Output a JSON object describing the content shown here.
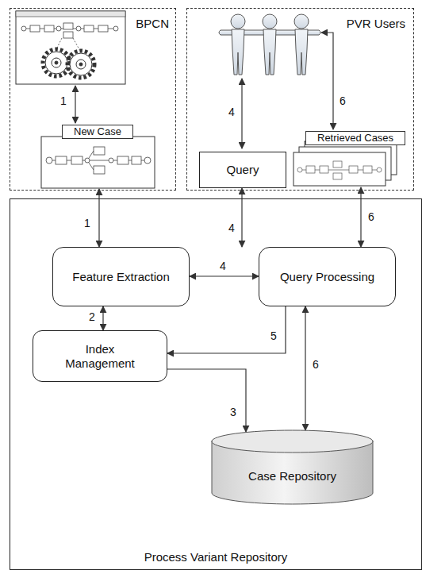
{
  "diagram": {
    "nodes": [
      {
        "text": [
          "BPCN"
        ]
      },
      {
        "text": [
          "New Case"
        ],
        "in": 0
      },
      {
        "text": [
          "PVR Users"
        ]
      },
      {
        "text": [
          "Query"
        ],
        "in": 2
      },
      {
        "text": [
          "Retrieved Cases"
        ],
        "in": 2
      },
      {
        "text": [
          "Process Variant Repository"
        ]
      },
      {
        "text": [
          "Feature Extraction"
        ],
        "in": 5
      },
      {
        "text": [
          "Query Processing"
        ],
        "in": 5
      },
      {
        "text": [
          "Index Management"
        ],
        "in": 5
      },
      {
        "text": [
          "Case Repository"
        ],
        "in": 5
      }
    ],
    "edges": [
      {
        "from": 1,
        "to": 6,
        "label": "1",
        "arrow": "both"
      },
      {
        "from": 6,
        "to": 8,
        "label": "2",
        "arrow": "both"
      },
      {
        "from": 8,
        "to": 9,
        "label": "3",
        "arrow": "to"
      },
      {
        "from": 6,
        "to": 7,
        "label": "4",
        "arrow": "both"
      },
      {
        "from": 3,
        "to": 7,
        "label": "4",
        "arrow": "both"
      },
      {
        "from": 7,
        "to": 8,
        "label": "5",
        "arrow": "to"
      },
      {
        "from": 7,
        "to": 9,
        "label": "6",
        "arrow": "both"
      },
      {
        "from": 4,
        "to": 7,
        "label": "6",
        "arrow": "both"
      }
    ],
    "labels": [
      "1",
      "4",
      "6"
    ]
  }
}
